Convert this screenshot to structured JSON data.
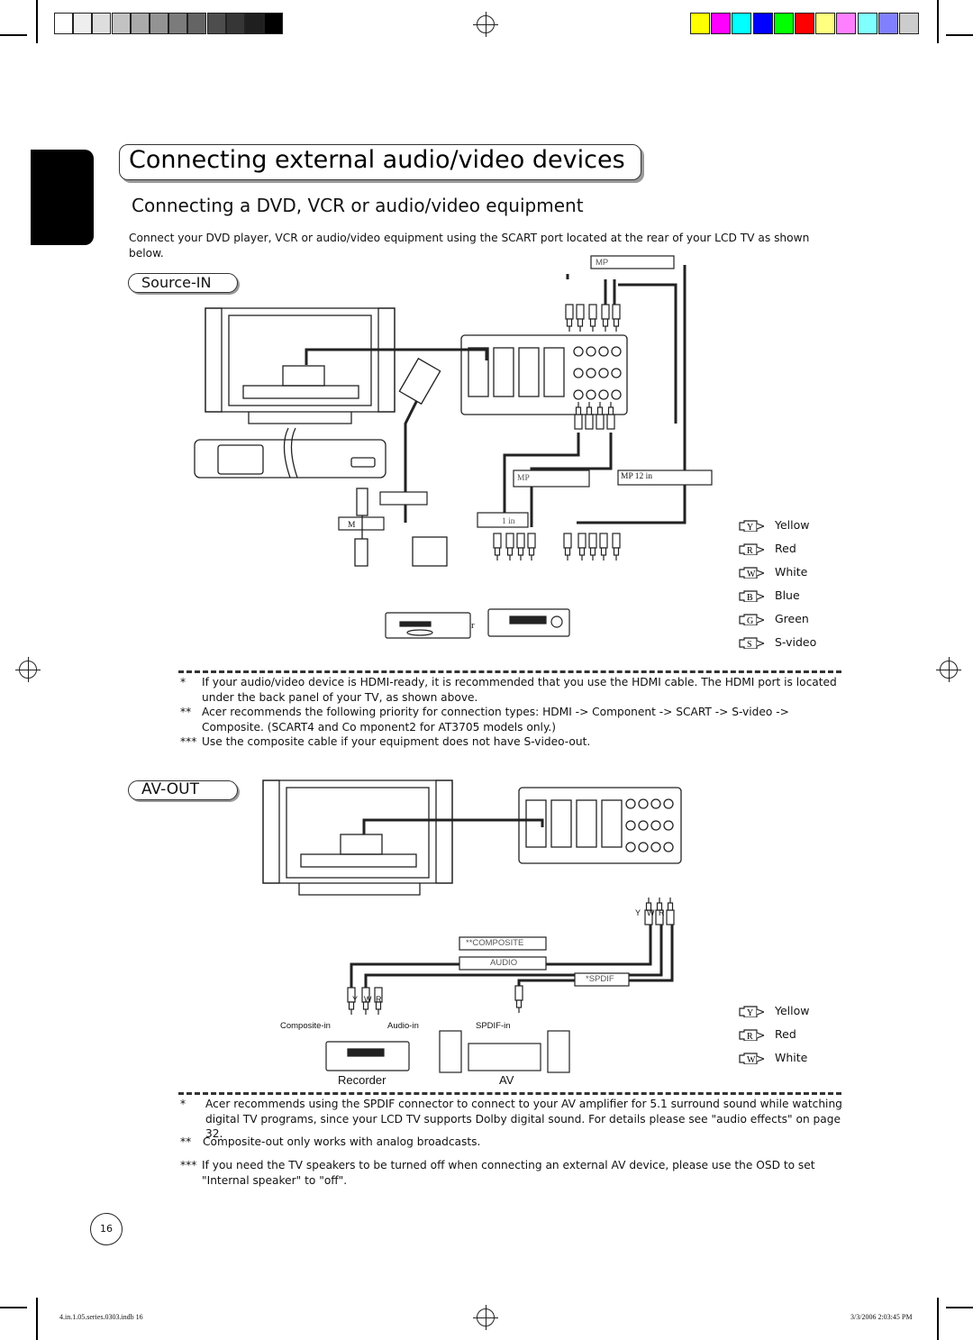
{
  "print_marks": {
    "grayscale": [
      "#ffffff",
      "#eeeeee",
      "#dddddd",
      "#c2c2c2",
      "#aaaaaa",
      "#939393",
      "#7b7b7b",
      "#646464",
      "#4d4d4d",
      "#363636",
      "#1f1f1f",
      "#000000"
    ],
    "colors": [
      "#ffff00",
      "#ff00ff",
      "#00ffff",
      "#0000ff",
      "#00ff00",
      "#ff0000",
      "#ffff80",
      "#ff80ff",
      "#80ffff",
      "#8080ff"
    ]
  },
  "header": {
    "title": "Connecting external audio/video devices",
    "subtitle": "Connecting a DVD, VCR or audio/video equipment",
    "intro": "Connect your DVD player, VCR or audio/video equipment using the SCART port located at the rear of your LCD TV as shown below."
  },
  "source_in": {
    "heading": "Source-IN",
    "labels": {
      "mp_top": "MP",
      "mp_left": "MP",
      "mp_12": "MP 12 in",
      "in": "1 in",
      "m": "M",
      "r": "r"
    }
  },
  "legend_in": [
    {
      "code": "Y",
      "label": "Yellow",
      "color": "#ffffff"
    },
    {
      "code": "R",
      "label": "Red",
      "color": "#ffffff"
    },
    {
      "code": "W",
      "label": "White",
      "color": "#ffffff"
    },
    {
      "code": "B",
      "label": "Blue",
      "color": "#ffffff"
    },
    {
      "code": "G",
      "label": "Green",
      "color": "#ffffff"
    },
    {
      "code": "S",
      "label": "S-video",
      "color": "#ffffff"
    }
  ],
  "notes_in": [
    {
      "mark": "*",
      "text": "If your audio/video device is HDMI-ready, it is recommended that you use the HDMI cable. The HDMI port is located under the back panel of your TV, as shown above."
    },
    {
      "mark": "**",
      "text": "Acer recommends the following priority for connection types: HDMI -> Component -> SCART -> S-video -> Composite. (SCART4 and Co mponent2 for AT3705 models only.)"
    },
    {
      "mark": "***",
      "text": "Use the composite cable if your equipment does not have S-video-out."
    }
  ],
  "av_out": {
    "heading": "AV-OUT",
    "labels": {
      "composite": "**COMPOSITE",
      "audio": "AUDIO",
      "spdif": "*SPDIF",
      "composite_in": "Composite-in",
      "audio_in": "Audio-in",
      "spdif_in": "SPDIF-in",
      "recorder": "Recorder",
      "av": "AV",
      "ywr": [
        "Y",
        "W",
        "R"
      ]
    }
  },
  "legend_out": [
    {
      "code": "Y",
      "label": "Yellow"
    },
    {
      "code": "R",
      "label": "Red"
    },
    {
      "code": "W",
      "label": "White"
    }
  ],
  "notes_out": [
    {
      "mark": "*",
      "text": "Acer recommends using the SPDIF connector to connect to your AV amplifier for 5.1 surround sound while watching digital TV programs, since your LCD TV supports Dolby digital sound. For details please see \"audio effects\" on page 32."
    },
    {
      "mark": "**",
      "text": "Composite-out only works with analog broadcasts."
    },
    {
      "mark": "***",
      "text": "If you need the TV speakers to be turned off when connecting an external AV device, please use the OSD to set \"Internal speaker\" to \"off\"."
    }
  ],
  "page_number": "16",
  "footer": {
    "file": "4.in.1.05.series.0303.indb 16",
    "timestamp": "3/3/2006 2:03:45 PM"
  }
}
